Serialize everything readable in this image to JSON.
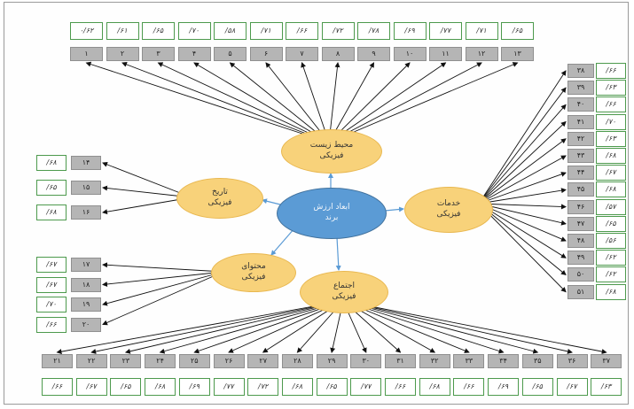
{
  "constructs": {
    "main": {
      "line1": "ابعاد ارزش",
      "line2": "برند"
    },
    "environment": {
      "line1": "محیط زیست",
      "line2": "فیزیکی"
    },
    "services": {
      "line1": "خدمات",
      "line2": "فیزیکی"
    },
    "history": {
      "line1": "تاریخ",
      "line2": "فیزیکی"
    },
    "content": {
      "line1": "محتوای",
      "line2": "فیزیکی"
    },
    "social": {
      "line1": "اجتماع",
      "line2": "فیزیکی"
    }
  },
  "top": {
    "indicators": [
      "۱",
      "۲",
      "۳",
      "۴",
      "۵",
      "۶",
      "۷",
      "۸",
      "۹",
      "۱۰",
      "۱۱",
      "۱۲",
      "۱۳"
    ],
    "loadings": [
      "۰/۶۲",
      "/۶۱",
      "/۶۵",
      "/۷۰",
      "/۵۸",
      "/۷۱",
      "/۶۶",
      "/۷۲",
      "/۷۸",
      "/۶۹",
      "/۷۷",
      "/۷۱",
      "/۶۵"
    ]
  },
  "right": {
    "indicators": [
      "۳۸",
      "۳۹",
      "۴۰",
      "۴۱",
      "۴۲",
      "۴۳",
      "۴۴",
      "۴۵",
      "۴۶",
      "۴۷",
      "۴۸",
      "۴۹",
      "۵۰",
      "۵۱"
    ],
    "loadings": [
      "/۶۶",
      "/۶۳",
      "/۶۶",
      "/۷۰",
      "/۶۳",
      "/۶۸",
      "/۶۷",
      "/۶۸",
      "/۵۷",
      "/۶۵",
      "/۵۶",
      "/۶۲",
      "/۶۲",
      "/۶۸"
    ]
  },
  "left_history": {
    "indicators": [
      "۱۴",
      "۱۵",
      "۱۶"
    ],
    "loadings": [
      "/۶۸",
      "/۶۵",
      "/۶۸"
    ]
  },
  "left_content": {
    "indicators": [
      "۱۷",
      "۱۸",
      "۱۹",
      "۲۰"
    ],
    "loadings": [
      "/۶۷",
      "/۶۷",
      "/۷۰",
      "/۶۶"
    ]
  },
  "bottom": {
    "indicators": [
      "۲۱",
      "۲۲",
      "۲۳",
      "۲۴",
      "۲۵",
      "۲۶",
      "۲۷",
      "۲۸",
      "۲۹",
      "۳۰",
      "۳۱",
      "۳۲",
      "۳۳",
      "۳۴",
      "۳۵",
      "۳۶",
      "۳۷"
    ],
    "loadings": [
      "/۶۶",
      "/۶۷",
      "/۶۵",
      "/۶۸",
      "/۶۹",
      "/۷۷",
      "/۷۲",
      "/۶۸",
      "/۶۵",
      "/۷۷",
      "/۶۶",
      "/۶۸",
      "/۶۶",
      "/۶۹",
      "/۶۵",
      "/۶۷",
      "/۶۳"
    ]
  },
  "colors": {
    "construct_fill": "#f8d27a",
    "main_fill": "#5b9bd5",
    "indicator_fill": "#b5b5b5",
    "loading_border": "#4d9a4d",
    "arrow": "#111111",
    "structural_arrow": "#5b9bd5"
  }
}
